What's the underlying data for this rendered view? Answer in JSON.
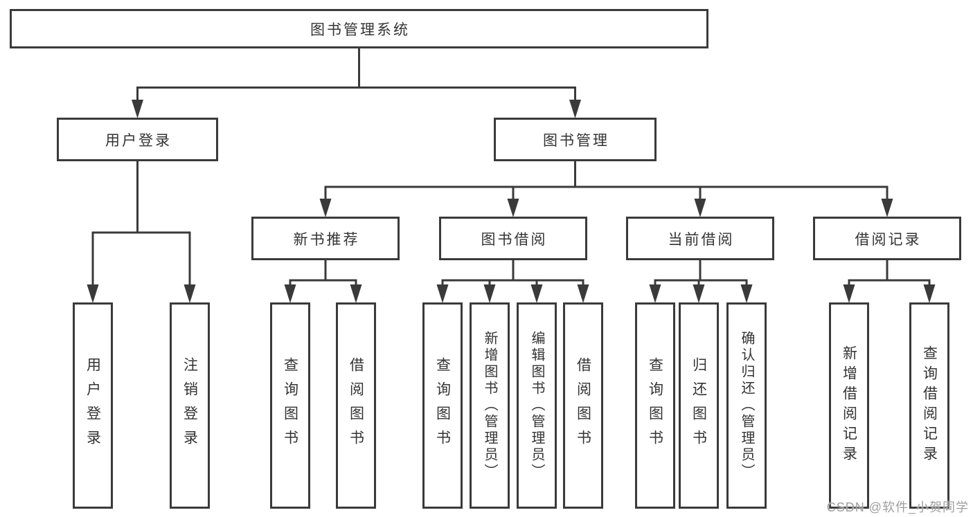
{
  "diagram": {
    "root": {
      "label": "图书管理系统"
    },
    "level2": [
      {
        "id": "user-login",
        "label": "用户登录"
      },
      {
        "id": "book-management",
        "label": "图书管理"
      }
    ],
    "level3": [
      {
        "id": "new-book-recommendation",
        "label": "新书推荐"
      },
      {
        "id": "book-borrowing",
        "label": "图书借阅"
      },
      {
        "id": "current-borrowing",
        "label": "当前借阅"
      },
      {
        "id": "borrowing-records",
        "label": "借阅记录"
      }
    ],
    "leaves": {
      "user_login": [
        {
          "label": "用户登录"
        },
        {
          "label": "注销登录"
        }
      ],
      "new_book_recommendation": [
        {
          "label": "查询图书"
        },
        {
          "label": "借阅图书"
        }
      ],
      "book_borrowing": [
        {
          "label": "查询图书"
        },
        {
          "label": "新增图书（管理员）"
        },
        {
          "label": "编辑图书（管理员）"
        },
        {
          "label": "借阅图书"
        }
      ],
      "current_borrowing": [
        {
          "label": "查询图书"
        },
        {
          "label": "归还图书"
        },
        {
          "label": "确认归还（管理员）"
        }
      ],
      "borrowing_records": [
        {
          "label": "新增借阅记录"
        },
        {
          "label": "查询借阅记录"
        }
      ]
    }
  },
  "watermark": {
    "text": "CSDN @软件_小贺同学"
  },
  "colors": {
    "line": "#3a3a3a",
    "text": "#333333",
    "watermark": "#9e9e9e",
    "background": "#ffffff"
  }
}
